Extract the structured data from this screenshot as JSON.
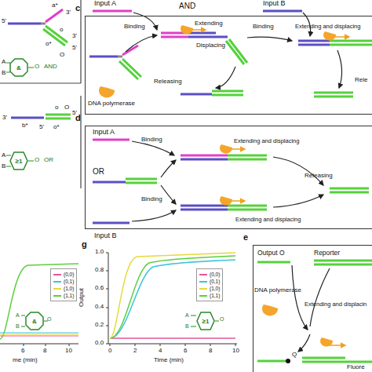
{
  "diagram": {
    "nodes": [
      {
        "text": [
          "&"
        ]
      },
      {
        "text": [
          "c"
        ]
      },
      {
        "text": [
          "≥1"
        ]
      },
      {
        "text": [
          "d"
        ]
      },
      {
        "text": [
          "&"
        ]
      },
      {
        "text": [
          "≥1"
        ]
      },
      {
        "text": [
          "e"
        ]
      }
    ],
    "labels": [
      "a*",
      "3'",
      "5'",
      "o",
      "o*",
      "3'",
      "5'",
      "O",
      "A",
      "B",
      "O",
      "AND",
      "Input A",
      "AND",
      "Input B",
      "Binding",
      "Extending",
      "Displacing",
      "DNA polymerase",
      "Releasing",
      "Binding",
      "Extending and displacing",
      "Rele",
      "o",
      "O",
      "3'",
      "b*",
      "5'",
      "o*",
      "5'",
      "A",
      "B",
      "O",
      "OR",
      "Input A",
      "Binding",
      "Extending and displacing",
      "OR",
      "Releasing",
      "Binding",
      "Extending and displacing",
      "Input B",
      "6",
      "8",
      "10",
      "me (min)",
      "A",
      "B",
      "O",
      "g",
      "Output",
      "1.0",
      "0.8",
      "0.6",
      "0.4",
      "0.2",
      "0.0",
      "0",
      "2",
      "4",
      "6",
      "8",
      "10",
      "Time (min)",
      "A",
      "B",
      "O",
      "Output O",
      "Reporter",
      "DNA polymerase",
      "Extending and displacin",
      "Q",
      "Fluore"
    ],
    "legend": [
      {
        "text": "(0,0)"
      },
      {
        "text": "(0,1)"
      },
      {
        "text": "(1,0)"
      },
      {
        "text": "(1,1)"
      },
      {
        "text": "(0,0)"
      },
      {
        "text": "(0,1)"
      },
      {
        "text": "(1,0)"
      },
      {
        "text": "(1,1)"
      }
    ]
  }
}
